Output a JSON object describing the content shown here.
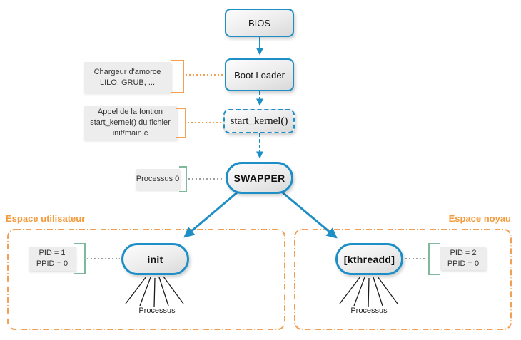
{
  "colors": {
    "accent_blue": "#1E8FC6",
    "accent_orange": "#F2A054",
    "bracket_green": "#7DB99A",
    "connector_gray": "#9E9E9E",
    "annotation_fill": "#EDEDED"
  },
  "nodes": {
    "bios": {
      "label": "BIOS"
    },
    "boot_loader": {
      "label": "Boot Loader"
    },
    "start_kernel": {
      "label": "start_kernel()"
    },
    "swapper": {
      "label": "SWAPPER"
    },
    "init": {
      "label": "init"
    },
    "kthreadd": {
      "label": "[kthreadd]"
    }
  },
  "annotations": {
    "boot_loader_note": {
      "text": "Chargeur d'amorce\nLILO, GRUB, ..."
    },
    "start_kernel_note": {
      "text": "Appel de la fontion\nstart_kernel() du fichier\ninit/main.c"
    },
    "swapper_note": {
      "text": "Processus 0"
    },
    "init_pid_note": {
      "text": "PID = 1\nPPID = 0"
    },
    "kthreadd_pid_note": {
      "text": "PID = 2\nPPID = 0"
    }
  },
  "regions": {
    "user_space": {
      "label": "Espace utilisateur"
    },
    "kernel_space": {
      "label": "Espace noyau"
    }
  },
  "process_labels": {
    "left": "Processus",
    "right": "Processus"
  }
}
